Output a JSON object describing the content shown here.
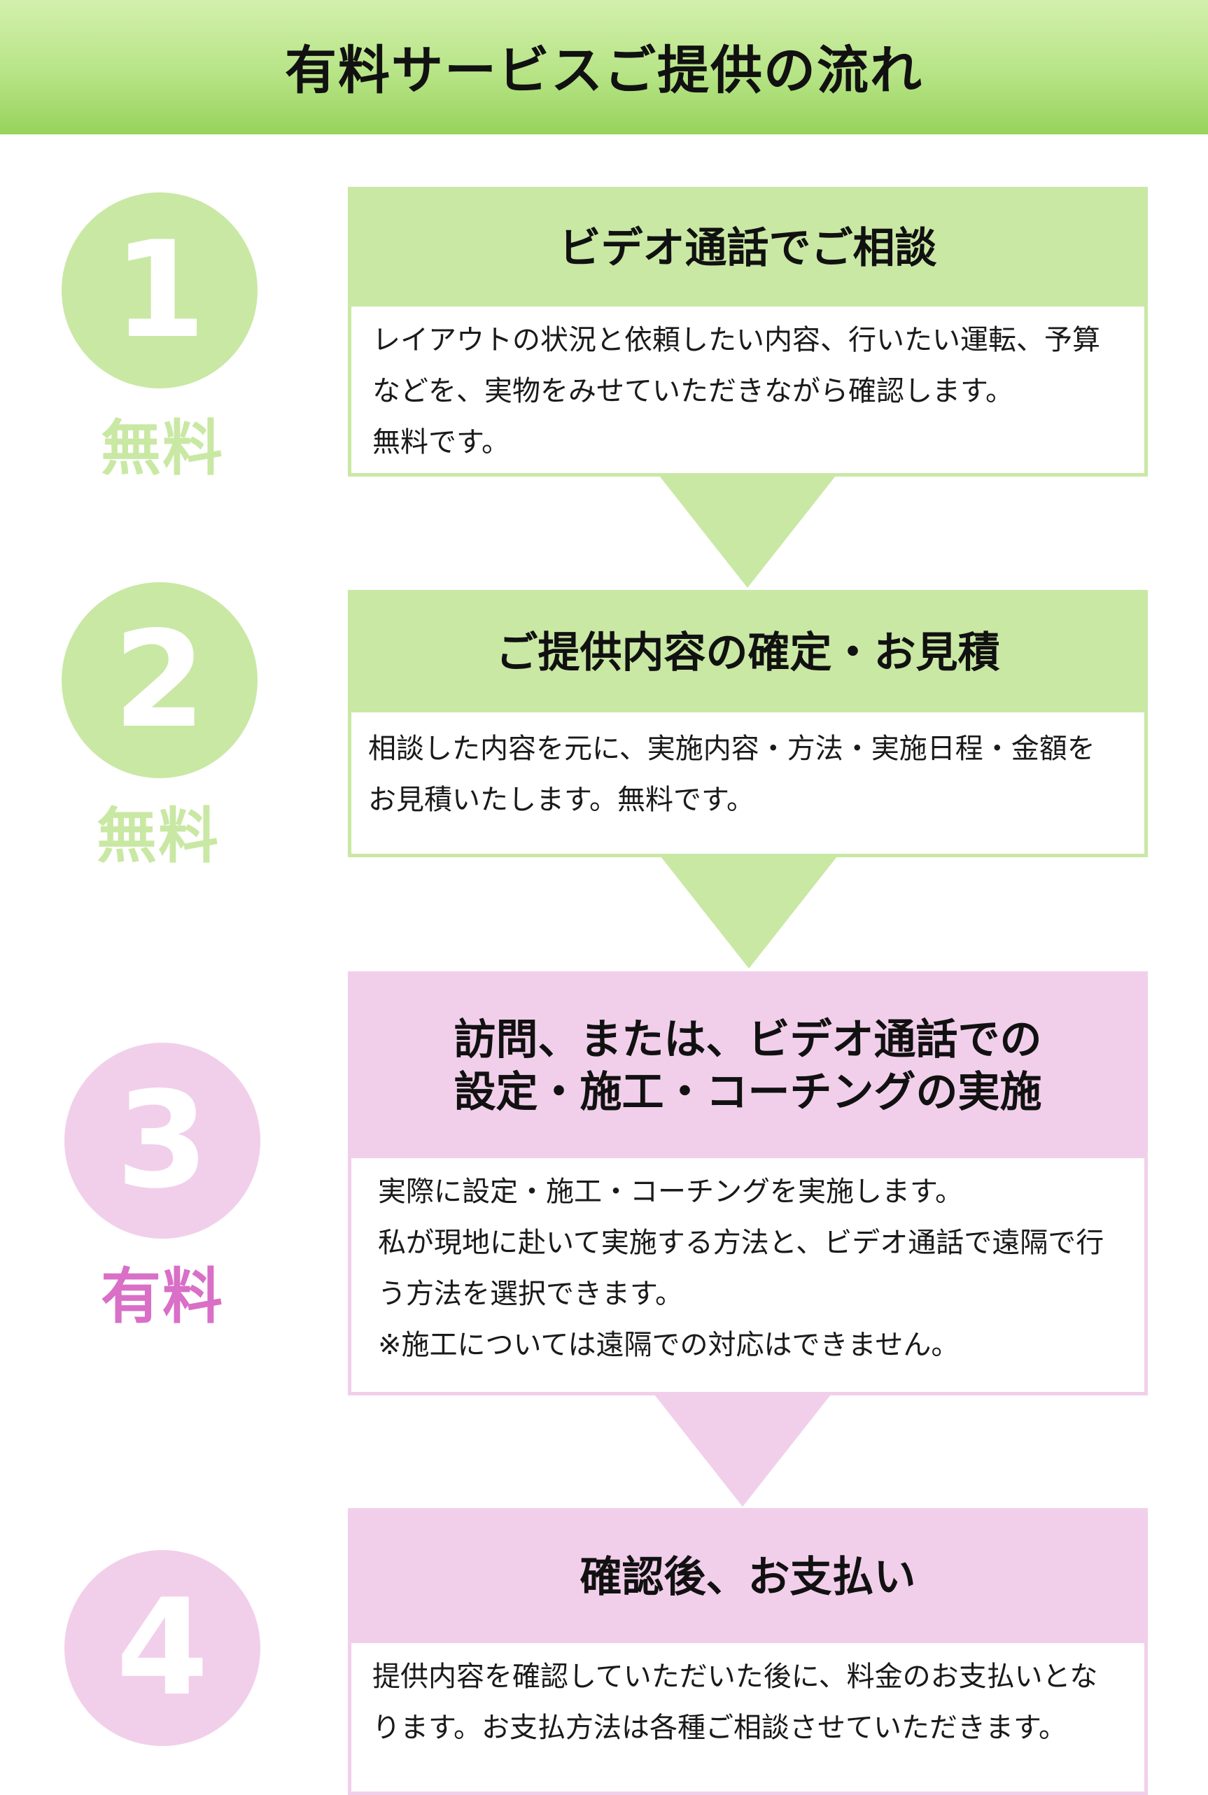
{
  "header": {
    "title": "有料サービスご提供の流れ"
  },
  "colors": {
    "header_gradient_top": "#d3f0ad",
    "header_gradient_bottom": "#97d35c",
    "green": "#c9e8a4",
    "pink": "#f1cfea",
    "paid_badge_text": "#d96fc6"
  },
  "steps": [
    {
      "number": "1",
      "badge": "無料",
      "title": "ビデオ通話でご相談",
      "body": "レイアウトの状況と依頼したい内容、行いたい運転、予算\nなどを、実物をみせていただきながら確認します。\n無料です。"
    },
    {
      "number": "2",
      "badge": "無料",
      "title": "ご提供内容の確定・お見積",
      "body": "相談した内容を元に、実施内容・方法・実施日程・金額を\nお見積いたします。無料です。"
    },
    {
      "number": "3",
      "badge": "有料",
      "title": "訪問、または、ビデオ通話での\n設定・施工・コーチングの実施",
      "body": "実際に設定・施工・コーチングを実施します。\n私が現地に赴いて実施する方法と、ビデオ通話で遠隔で行\nう方法を選択できます。\n※施工については遠隔での対応はできません。"
    },
    {
      "number": "4",
      "title": "確認後、お支払い",
      "body": "提供内容を確認していただいた後に、料金のお支払いとな\nります。お支払方法は各種ご相談させていただきます。"
    }
  ]
}
